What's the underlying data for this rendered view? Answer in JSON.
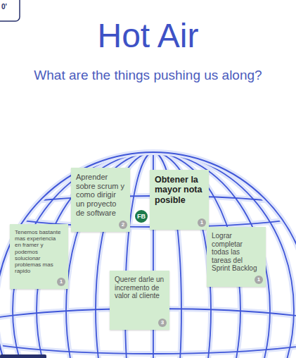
{
  "diagram": {
    "title": "Hot Air",
    "nodes": [
      {
        "text": [
          "Aprender sobre scrum y como dirigir un proyecto de software",
          "2"
        ]
      },
      {
        "text": [
          "FB"
        ]
      },
      {
        "text": [
          "Obtener la mayor nota posible",
          "1"
        ]
      },
      {
        "text": [
          "Tenemos bastante mas experiencia en framer y podemos solucionar problemas mas rapido",
          "1"
        ]
      },
      {
        "text": [
          "Lograr completar todas las tareas del Sprint Backlog",
          "1"
        ]
      },
      {
        "text": [
          "Querer darle un incremento de valor al cliente",
          "3"
        ]
      }
    ],
    "labels": [
      "0'",
      "What are the things pushing us along?"
    ]
  }
}
